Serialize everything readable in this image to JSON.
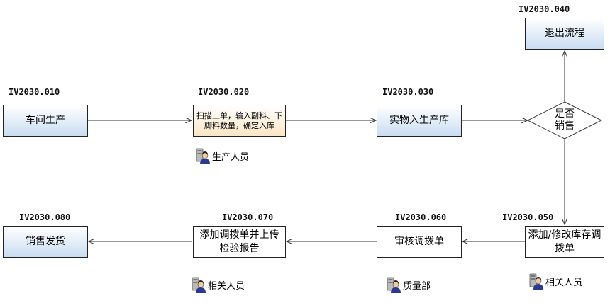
{
  "steps": [
    {
      "code": "IV2030.010",
      "label": "车间生产"
    },
    {
      "code": "IV2030.020",
      "label": "扫描工单，输入副料、下脚料数量，确定入库"
    },
    {
      "code": "IV2030.030",
      "label": "实物入生产库"
    },
    {
      "code": "IV2030.040",
      "label": "退出流程"
    },
    {
      "code": "IV2030.050",
      "label": "添加/修改库存调拨单"
    },
    {
      "code": "IV2030.060",
      "label": "审核调拨单"
    },
    {
      "code": "IV2030.070",
      "label": "添加调拨单并上传检验报告"
    },
    {
      "code": "IV2030.080",
      "label": "销售发货"
    }
  ],
  "decision": {
    "line1": "是否",
    "line2": "销售"
  },
  "roles": [
    {
      "label": "生产人员",
      "icon": "person-icon"
    },
    {
      "label": "相关人员",
      "icon": "person-icon"
    },
    {
      "label": "质量部",
      "icon": "person-icon"
    },
    {
      "label": "相关人员",
      "icon": "person-icon"
    }
  ],
  "colors": {
    "blue_fill": "#c9ddf2",
    "cream_fill": "#fbe6c5",
    "line": "#333333",
    "person_face": "#f2c9a0",
    "person_body": "#2b3a8c"
  }
}
